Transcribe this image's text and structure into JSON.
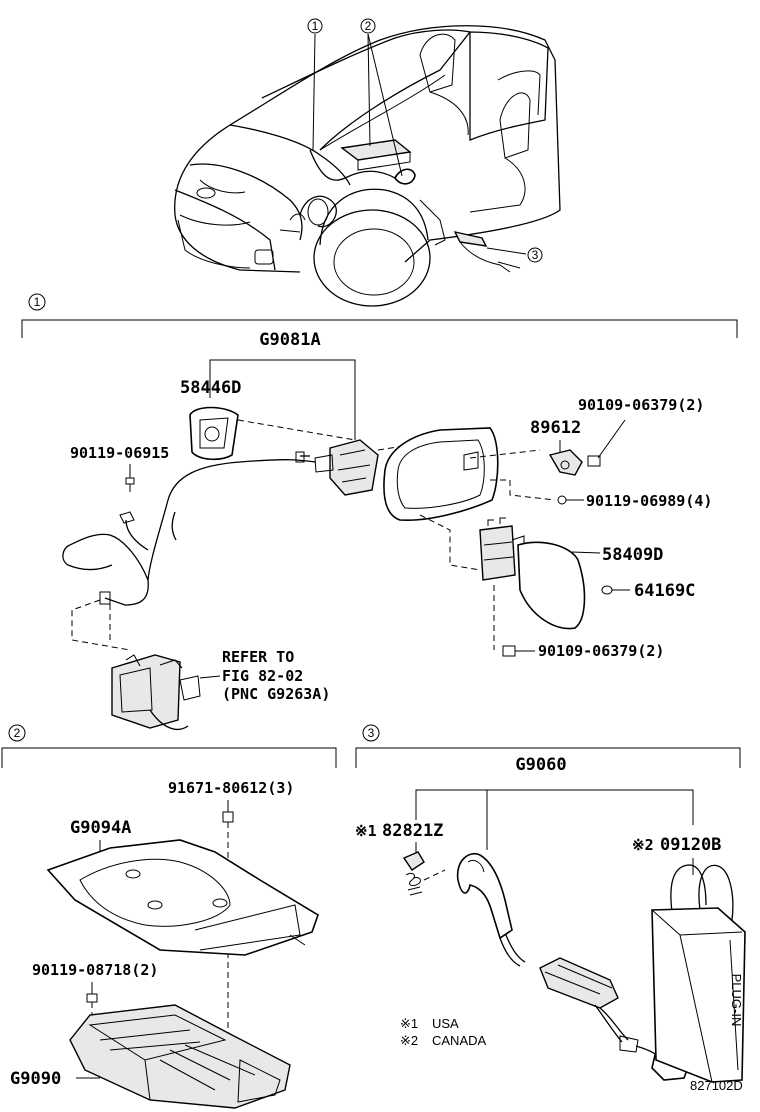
{
  "callouts": {
    "overview_1": "1",
    "overview_2": "2",
    "overview_3": "3",
    "section_1": "1",
    "section_2": "2",
    "section_3": "3"
  },
  "section1": {
    "assembly": "G9081A",
    "parts": {
      "p58446D": "58446D",
      "p90119_06915": "90119-06915",
      "p90109_06379_top": "90109-06379(2)",
      "p89612": "89612",
      "p90119_06989": "90119-06989(4)",
      "p58409D": "58409D",
      "p64169C": "64169C",
      "p90109_06379_bottom": "90109-06379(2)"
    },
    "refer": {
      "line1": "REFER TO",
      "line2": "FIG 82-02",
      "line3": "(PNC G9263A)"
    }
  },
  "section2": {
    "parts": {
      "p91671": "91671-80612(3)",
      "pG9094A": "G9094A",
      "p90119_08718": "90119-08718(2)",
      "pG9090": "G9090"
    }
  },
  "section3": {
    "assembly": "G9060",
    "parts": {
      "p82821Z": "82821Z",
      "p82821Z_mark": "※1",
      "p09120B": "09120B",
      "p09120B_mark": "※2"
    },
    "bag_text": "PLUG-IN",
    "notes": {
      "note1_mark": "※1",
      "note1_text": "USA",
      "note2_mark": "※2",
      "note2_text": "CANADA"
    }
  },
  "figure_id": "827102D"
}
